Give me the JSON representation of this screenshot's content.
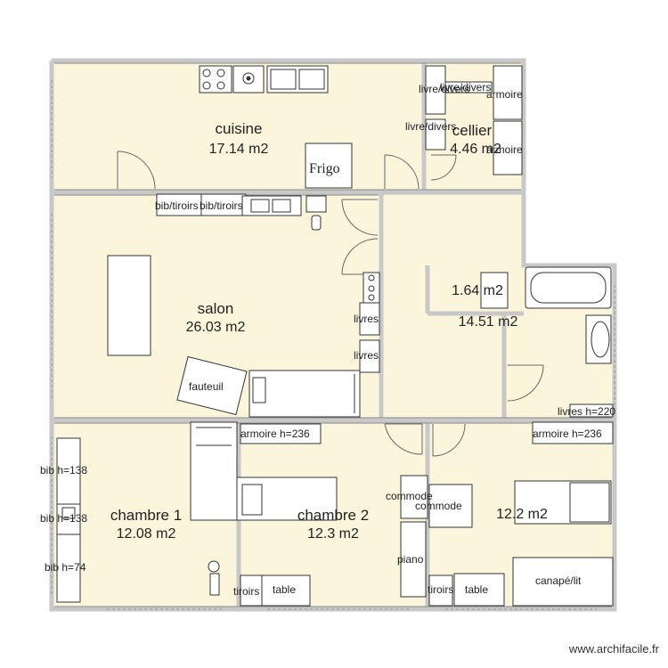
{
  "rooms": {
    "cuisine": {
      "name": "cuisine",
      "area": "17.14 m2"
    },
    "cellier": {
      "name": "cellier",
      "area": "4.46 m2"
    },
    "salon": {
      "name": "salon",
      "area": "26.03 m2"
    },
    "hall": {
      "area": "14.51 m2"
    },
    "bain": {
      "area": "1.64 m2"
    },
    "chambre1": {
      "name": "chambre 1",
      "area": "12.08 m2"
    },
    "chambre2": {
      "name": "chambre 2",
      "area": "12.3 m2"
    },
    "chambre3": {
      "area": "12.2 m2"
    }
  },
  "furniture": {
    "livre_divers_1": "livre/divers",
    "livre_divers_2": "livre/divers",
    "livre_divers_3": "livre/divers",
    "armoire_1": "armoire",
    "armoire_2": "armoire",
    "frigo": "Frigo",
    "bib_tiroirs_1": "bib/tiroirs",
    "bib_tiroirs_2": "bib/tiroirs",
    "livres_1": "livres",
    "livres_2": "livres",
    "fauteuil": "fauteuil",
    "livres_h220": "livres h=220",
    "armoire_h236_1": "armoire h=236",
    "armoire_h236_2": "armoire h=236",
    "bib_h138_1": "bib h=138",
    "bib_h138_2": "bib h=138",
    "bib_h74": "bib h=74",
    "commode_1": "commode",
    "commode_2": "commode",
    "piano": "piano",
    "tiroirs_1": "tiroirs",
    "tiroirs_2": "tiroirs",
    "table_1": "table",
    "table_2": "table",
    "canape_lit": "canapé/lit"
  },
  "watermark": "www.archifacile.fr",
  "colors": {
    "floor": "#fbf5dc",
    "wall": "#c8c8c8",
    "line": "#333333",
    "fill": "#ffffff"
  }
}
